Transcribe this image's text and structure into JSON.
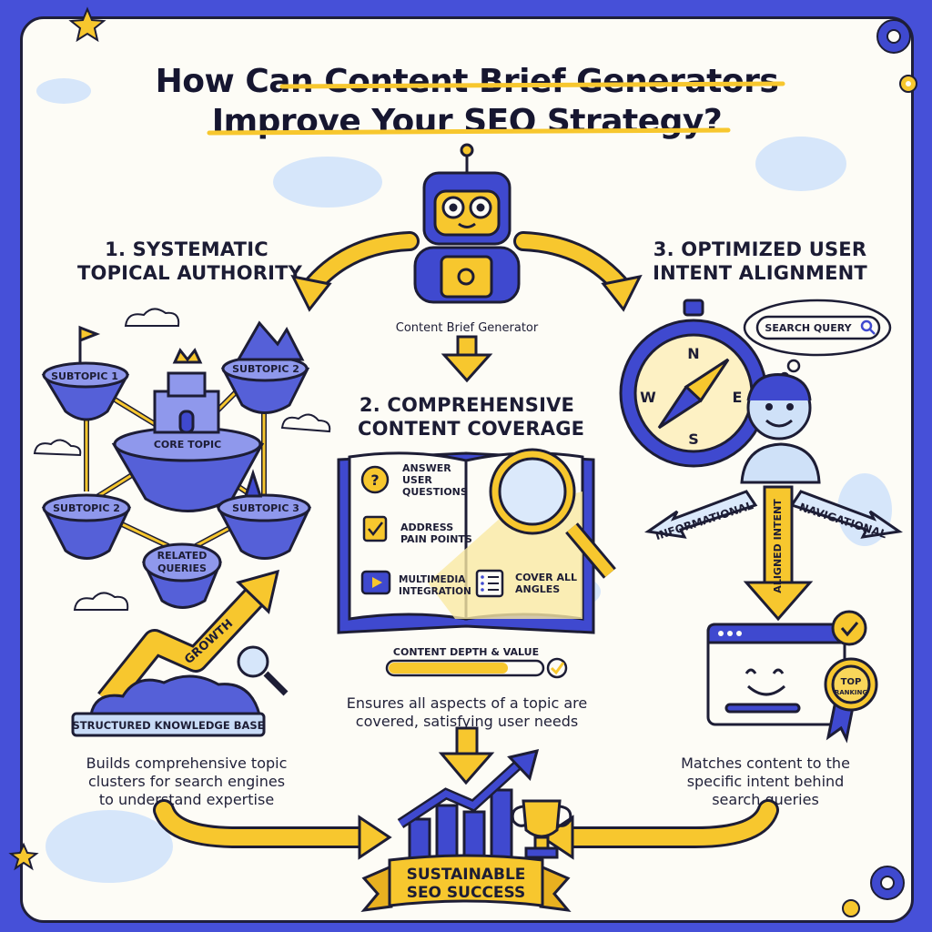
{
  "title": {
    "line1": "How Can Content Brief Generators",
    "line2": "Improve Your SEO Strategy?"
  },
  "generator": {
    "label": "Content Brief Generator"
  },
  "section1": {
    "heading_line1": "1. SYSTEMATIC",
    "heading_line2": "TOPICAL AUTHORITY",
    "nodes": {
      "core": "CORE TOPIC",
      "subtopic1": "SUBTOPIC 1",
      "subtopic2_top": "SUBTOPIC 2",
      "subtopic2_left": "SUBTOPIC 2",
      "subtopic3": "SUBTOPIC 3",
      "related_line1": "RELATED",
      "related_line2": "QUERIES"
    },
    "growth_label": "GROWTH",
    "base_label": "STRUCTURED KNOWLEDGE BASE",
    "desc_line1": "Builds comprehensive topic",
    "desc_line2": "clusters for search engines",
    "desc_line3": "to understand expertise"
  },
  "section2": {
    "heading_line1": "2. COMPREHENSIVE",
    "heading_line2": "CONTENT COVERAGE",
    "items": {
      "answer_line1": "ANSWER",
      "answer_line2": "USER",
      "answer_line3": "QUESTIONS",
      "address_line1": "ADDRESS",
      "address_line2": "PAIN POINTS",
      "multimedia_line1": "MULTIMEDIA",
      "multimedia_line2": "INTEGRATION",
      "cover_line1": "COVER ALL",
      "cover_line2": "ANGLES"
    },
    "depth_label": "CONTENT DEPTH & VALUE",
    "depth_level": 0.78,
    "desc_line1": "Ensures all aspects of a topic are",
    "desc_line2": "covered, satisfying user needs"
  },
  "section3": {
    "heading_line1": "3. OPTIMIZED USER",
    "heading_line2": "INTENT ALIGNMENT",
    "search_query": "SEARCH QUERY",
    "compass": {
      "n": "N",
      "s": "S",
      "e": "E",
      "w": "W"
    },
    "informational": "INFORMATIONAL",
    "navigational": "NAVIGATIONAL",
    "aligned": "ALIGNED INTENT",
    "badge_line1": "TOP",
    "badge_line2": "RANKING",
    "desc_line1": "Matches content to the",
    "desc_line2": "specific intent behind",
    "desc_line3": "search queries"
  },
  "result": {
    "line1": "SUSTAINABLE",
    "line2": "SEO SUCCESS"
  },
  "colors": {
    "frame": "#4650d8",
    "blue": "#4650d8",
    "yellow": "#f7c72e",
    "ink": "#1d1d35",
    "light_blue": "#cfe1f8"
  }
}
